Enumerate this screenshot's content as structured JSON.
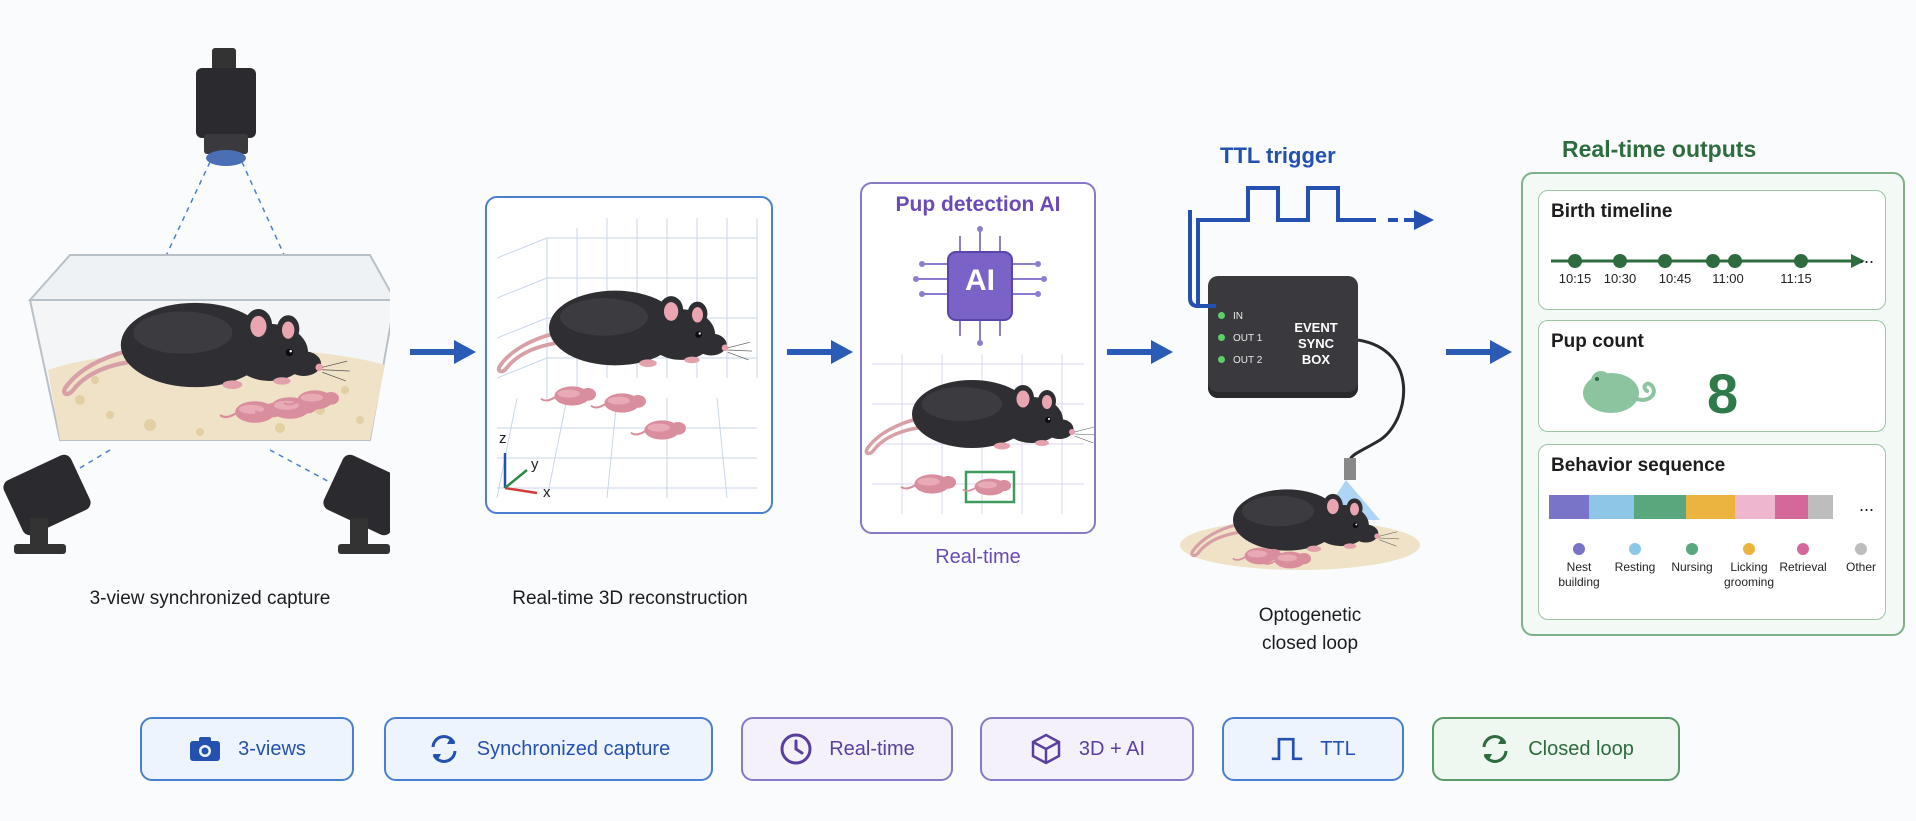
{
  "steps": {
    "capture_caption": "3-view synchronized capture",
    "recon_caption": "Real-time 3D reconstruction",
    "ai_title": "Pup detection AI",
    "ai_chip_label": "AI",
    "ai_subtitle": "Real-time",
    "ttl_title": "TTL trigger",
    "box_ports": [
      "IN",
      "OUT 1",
      "OUT 2"
    ],
    "box_label_lines": [
      "EVENT",
      "SYNC",
      "BOX"
    ],
    "opto_caption_lines": [
      "Optogenetic",
      "closed loop"
    ],
    "axes": {
      "z": "z",
      "y": "y",
      "x": "x"
    }
  },
  "outputs": {
    "title": "Real-time outputs",
    "birth_timeline": {
      "title": "Birth timeline",
      "times": [
        "10:15",
        "10:30",
        "10:45",
        "11:00",
        "11:15"
      ],
      "ellipsis": "..."
    },
    "pup_count": {
      "title": "Pup count",
      "value": "8"
    },
    "behavior": {
      "title": "Behavior sequence",
      "ellipsis": "...",
      "segments": [
        {
          "color": "#7a74c8",
          "frac": 0.13
        },
        {
          "color": "#8ec6e8",
          "frac": 0.15
        },
        {
          "color": "#5aa77e",
          "frac": 0.17
        },
        {
          "color": "#eab43e",
          "frac": 0.16
        },
        {
          "color": "#eeb6cf",
          "frac": 0.13
        },
        {
          "color": "#d4689a",
          "frac": 0.11
        },
        {
          "color": "#bdbdbd",
          "frac": 0.08
        }
      ],
      "legend": [
        {
          "label": "Nest building",
          "color": "#7a74c8"
        },
        {
          "label": "Resting",
          "color": "#8ec6e8"
        },
        {
          "label": "Nursing",
          "color": "#5aa77e"
        },
        {
          "label": "Licking grooming",
          "color": "#eab43e"
        },
        {
          "label": "Retrieval",
          "color": "#d4689a"
        },
        {
          "label": "Other",
          "color": "#bdbdbd"
        }
      ]
    }
  },
  "pills": [
    {
      "label": "3-views",
      "icon": "camera-icon",
      "color": "#2451b0",
      "border": "#4a7fd0",
      "bg": "#eef4fd"
    },
    {
      "label": "Synchronized capture",
      "icon": "sync-icon",
      "color": "#2451b0",
      "border": "#4a7fd0",
      "bg": "#eef4fd"
    },
    {
      "label": "Real-time",
      "icon": "clock-icon",
      "color": "#5a3f9e",
      "border": "#8878c8",
      "bg": "#f4f1fb"
    },
    {
      "label": "3D + AI",
      "icon": "cube-icon",
      "color": "#5a3f9e",
      "border": "#8878c8",
      "bg": "#f4f1fb"
    },
    {
      "label": "TTL",
      "icon": "pulse-icon",
      "color": "#2451b0",
      "border": "#4a7fd0",
      "bg": "#eef4fd"
    },
    {
      "label": "Closed loop",
      "icon": "loop-icon",
      "color": "#2e6b3f",
      "border": "#5a9a6a",
      "bg": "#eef7f0"
    }
  ]
}
